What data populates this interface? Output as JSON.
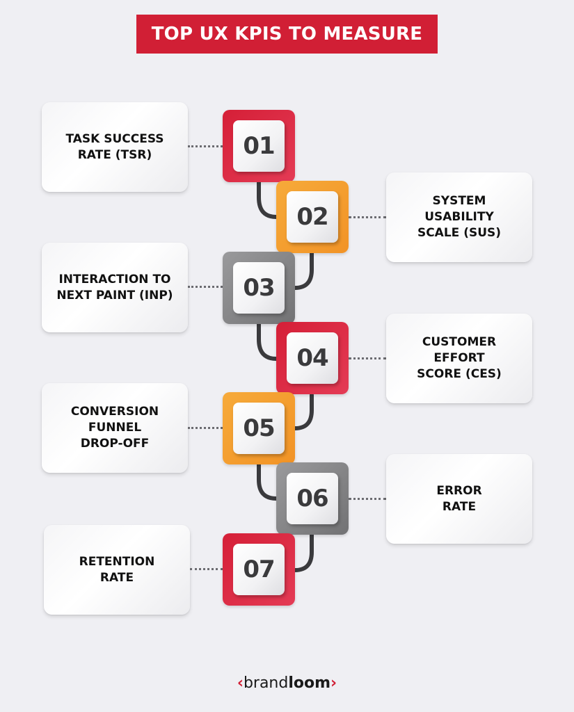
{
  "title": "TOP UX KPIS TO MEASURE",
  "colors": {
    "background": "#efeff3",
    "title_banner": "#d11f35",
    "red": "#d51f37",
    "orange": "#f29f30",
    "gray": "#88888a",
    "connector": "#3a3a3d",
    "number_text": "#3a3a3c",
    "card_text": "#111111"
  },
  "steps": [
    {
      "number": "01",
      "label": "TASK SUCCESS\nRATE (TSR)",
      "color": "red",
      "side": "left"
    },
    {
      "number": "02",
      "label": "SYSTEM\nUSABILITY\nSCALE (SUS)",
      "color": "orange",
      "side": "right"
    },
    {
      "number": "03",
      "label": "INTERACTION TO\nNEXT PAINT (INP)",
      "color": "gray",
      "side": "left"
    },
    {
      "number": "04",
      "label": "CUSTOMER\nEFFORT\nSCORE (CES)",
      "color": "red",
      "side": "right"
    },
    {
      "number": "05",
      "label": "CONVERSION\nFUNNEL\nDROP-OFF",
      "color": "orange",
      "side": "left"
    },
    {
      "number": "06",
      "label": "ERROR\nRATE",
      "color": "gray",
      "side": "right"
    },
    {
      "number": "07",
      "label": "RETENTION\nRATE",
      "color": "red",
      "side": "left"
    }
  ],
  "footer": {
    "logo_left_chevron": "‹",
    "logo_light": "brand",
    "logo_bold": "loom",
    "logo_right_chevron": "›"
  }
}
